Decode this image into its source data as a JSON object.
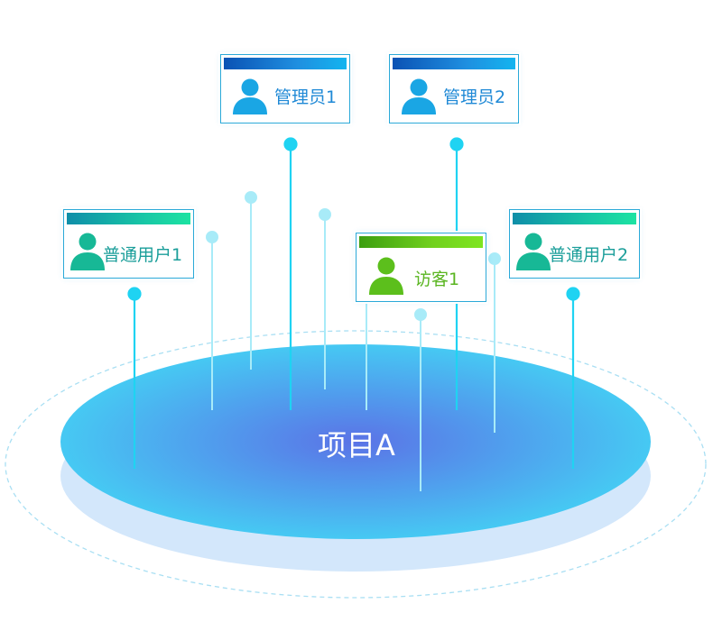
{
  "project": {
    "label": "项目A"
  },
  "roles": {
    "admin_1": {
      "label": "管理员1",
      "icon": "person-icon",
      "color": "#1aa6e4"
    },
    "admin_2": {
      "label": "管理员2",
      "icon": "person-icon",
      "color": "#1aa6e4"
    },
    "user_1": {
      "label": "普通用户1",
      "icon": "person-icon",
      "color": "#17b896"
    },
    "user_2": {
      "label": "普通用户2",
      "icon": "person-icon",
      "color": "#17b896"
    },
    "guest_1": {
      "label": "访客1",
      "icon": "person-icon",
      "color": "#5cbf1c"
    }
  },
  "colors": {
    "disk_top": "#47c6f2",
    "disk_center": "#5a78e6",
    "disk_base": "#cde4fb",
    "line": "#21d6f3",
    "line_faint": "#a5ecf8"
  }
}
